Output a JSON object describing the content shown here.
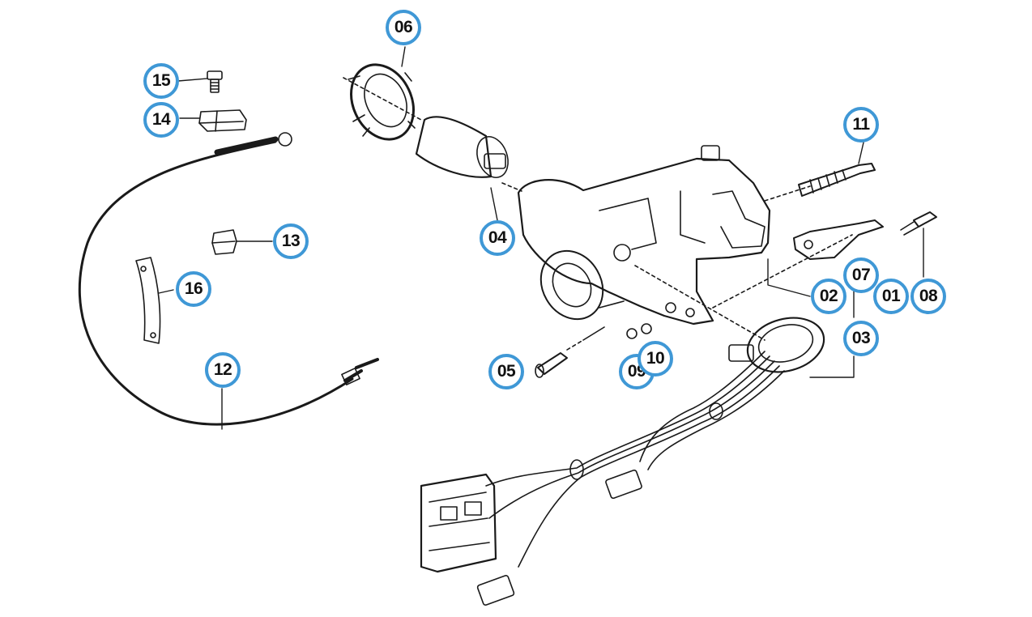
{
  "diagram": {
    "accent_color": "#3f98d6",
    "line_color": "#1a1a1a",
    "callouts": [
      {
        "id": "c06",
        "label": "06"
      },
      {
        "id": "c15",
        "label": "15"
      },
      {
        "id": "c14",
        "label": "14"
      },
      {
        "id": "c11",
        "label": "11"
      },
      {
        "id": "c13",
        "label": "13"
      },
      {
        "id": "c04",
        "label": "04"
      },
      {
        "id": "c16",
        "label": "16"
      },
      {
        "id": "c07",
        "label": "07"
      },
      {
        "id": "c02",
        "label": "02"
      },
      {
        "id": "c01",
        "label": "01"
      },
      {
        "id": "c08",
        "label": "08"
      },
      {
        "id": "c03",
        "label": "03"
      },
      {
        "id": "c05",
        "label": "05"
      },
      {
        "id": "c09",
        "label": "09"
      },
      {
        "id": "c10",
        "label": "10"
      },
      {
        "id": "c12",
        "label": "12"
      }
    ]
  }
}
